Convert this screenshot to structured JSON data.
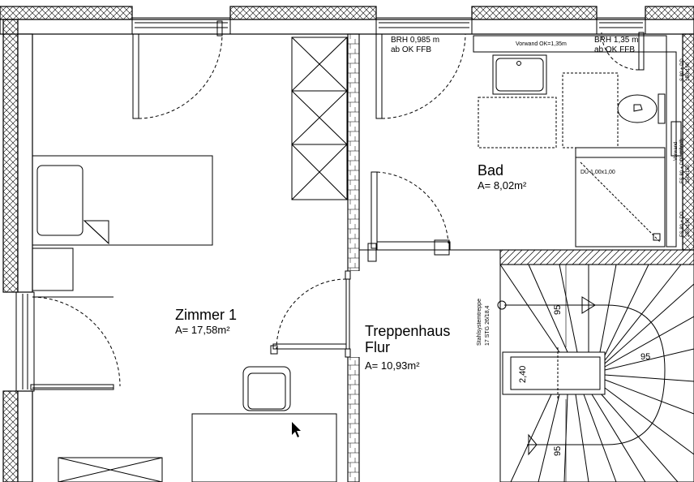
{
  "rooms": {
    "zimmer1": {
      "name": "Zimmer 1",
      "area": "A= 17,58m²"
    },
    "bad": {
      "name": "Bad",
      "area": "A= 8,02m²"
    },
    "treppenhaus": {
      "name_line1": "Treppenhaus",
      "name_line2": "Flur",
      "area": "A= 10,93m²"
    }
  },
  "window_notes": {
    "bad_left_line1": "BRH 0,985 m",
    "bad_left_line2": "ab OK FFB",
    "bad_right_line1": "BRH 1,35 m",
    "bad_right_line2": "ab OK FFB"
  },
  "annotations": {
    "vorwand_ok": "Vorwand OK=1,35m",
    "vorwand_raumhoch_line1": "Vorwand",
    "vorwand_raumhoch_line2": "raumhoch",
    "dusche": "DU 1,00x1,00",
    "stair_label_line1": "Stahlsystemtreppe",
    "stair_label_line2": "17 STG  26/18,4",
    "wall_tag_1_line1": "S 80 + DD",
    "wall_tag_1_line2": "150x150",
    "wall_tag_2_line1": "FS 80 + DD",
    "wall_tag_2_line2": "250x150",
    "wall_tag_3_line1": "FS 80 + DD",
    "wall_tag_3_line2": "250x150"
  },
  "dimensions": {
    "stair_top": "95",
    "stair_right": "95",
    "stair_bottom": "95",
    "eye_width": "2,40"
  },
  "colors": {
    "line": "#000000",
    "background": "#ffffff"
  }
}
